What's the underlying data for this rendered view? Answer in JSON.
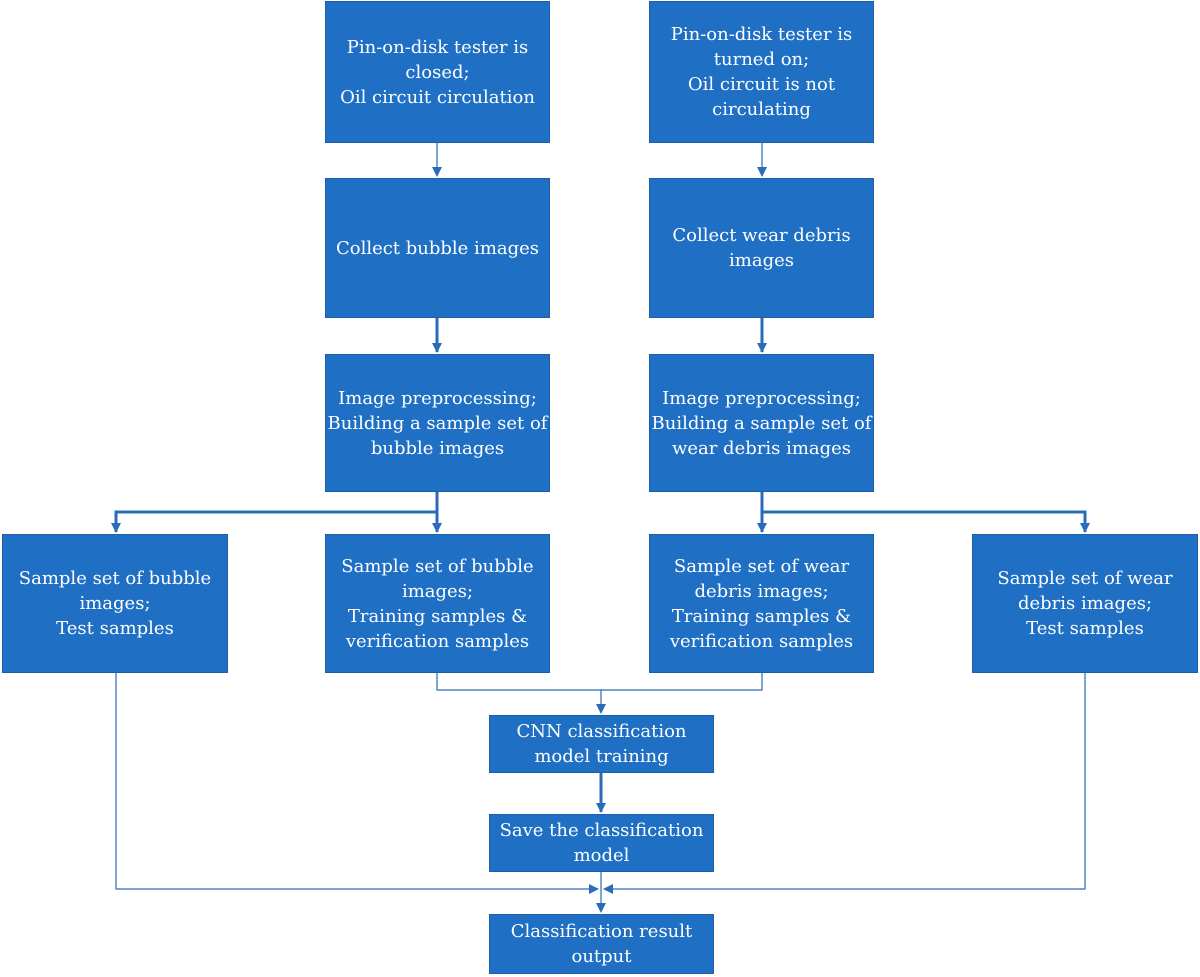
{
  "colors": {
    "box_fill": "#1f6fc4",
    "box_text": "#ffffff",
    "arrow": "#2a6cb8",
    "background": "#ffffff"
  },
  "boxes": {
    "bubble_start": {
      "lines": [
        "Pin-on-disk tester is",
        "closed;",
        "Oil circuit circulation"
      ]
    },
    "debris_start": {
      "lines": [
        "Pin-on-disk tester is",
        "turned on;",
        "Oil circuit is not",
        "circulating"
      ]
    },
    "bubble_collect": {
      "lines": [
        "Collect bubble images"
      ]
    },
    "debris_collect": {
      "lines": [
        "Collect wear debris",
        "images"
      ]
    },
    "bubble_preprocess": {
      "lines": [
        "Image preprocessing;",
        "Building a sample set of",
        "bubble images"
      ]
    },
    "debris_preprocess": {
      "lines": [
        "Image preprocessing;",
        "Building a sample set of",
        "wear debris images"
      ]
    },
    "bubble_test": {
      "lines": [
        "Sample set of bubble",
        "images;",
        "Test samples"
      ]
    },
    "bubble_train": {
      "lines": [
        "Sample set of bubble",
        "images;",
        "Training samples &",
        "verification samples"
      ]
    },
    "debris_train": {
      "lines": [
        "Sample set of wear",
        "debris images;",
        "Training samples &",
        "verification samples"
      ]
    },
    "debris_test": {
      "lines": [
        "Sample set of wear",
        "debris images;",
        "Test samples"
      ]
    },
    "cnn_training": {
      "lines": [
        "CNN classification",
        "model training"
      ]
    },
    "save_model": {
      "lines": [
        "Save the classification",
        "model"
      ]
    },
    "result_output": {
      "lines": [
        "Classification result",
        "output"
      ]
    }
  }
}
